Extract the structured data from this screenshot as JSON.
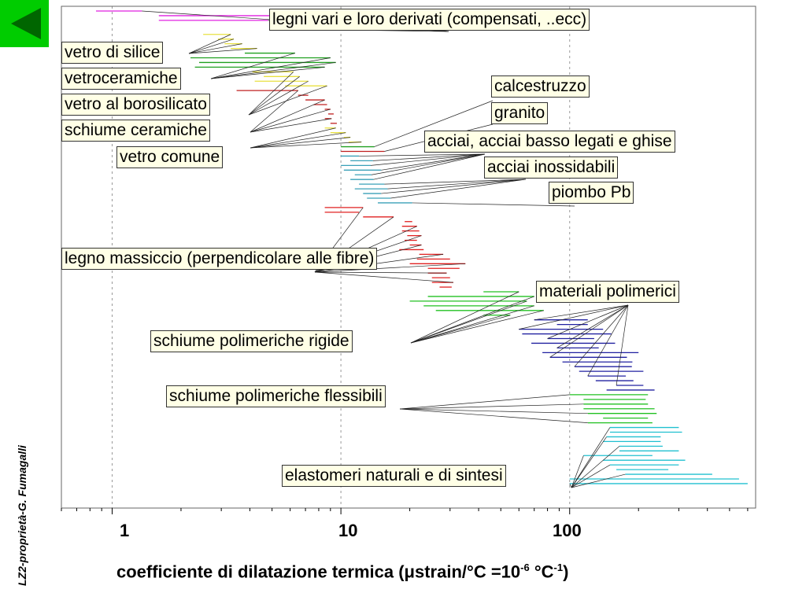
{
  "nav": {
    "back_icon": "triangle-left-icon",
    "color": "#00cc00",
    "arrow_color": "#006600"
  },
  "credit": "LZ2-proprietà-G. Fumagalli",
  "chart_data": {
    "type": "range-bars",
    "x_scale": "log",
    "xlim": [
      0.6,
      650
    ],
    "x_ticks": [
      1,
      10,
      100
    ],
    "x_tick_labels": [
      "1",
      "10",
      "100"
    ],
    "xlabel": "coefficiente di dilatazione termica (μstrain/°C =10",
    "xlabel_exp1": "-6",
    "xlabel_mid": " °C",
    "xlabel_exp2": "-1",
    "xlabel_end": ")",
    "grid": "vertical dotted at 1, 10, 100",
    "series": [
      {
        "key": "wood",
        "label": "legni vari e loro derivati (compensati, ..ecc)",
        "color": "#e020e0",
        "ranges": [
          [
            0.85,
            1.35
          ],
          [
            1.6,
            6.5
          ],
          [
            1.6,
            4.8
          ],
          [
            7.8,
            9.0
          ],
          [
            8.2,
            9.0
          ]
        ]
      },
      {
        "key": "silica",
        "label": "vetro di silice",
        "color": "#e8e040",
        "ranges": [
          [
            2.5,
            3.3
          ],
          [
            2.9,
            3.4
          ],
          [
            3.1,
            3.7
          ],
          [
            3.3,
            4.3
          ]
        ]
      },
      {
        "key": "vitroceramics",
        "label": "vetroceramiche",
        "color": "#20a020",
        "ranges": [
          [
            3.8,
            6.3
          ],
          [
            2.2,
            9.0
          ],
          [
            2.4,
            9.5
          ],
          [
            2.3,
            8.5
          ]
        ]
      },
      {
        "key": "borosilicate",
        "label": "vetro al borosilicato",
        "color": "#e8e040",
        "ranges": [
          [
            4.1,
            6.2
          ],
          [
            4.6,
            6.6
          ],
          [
            4.2,
            7.2
          ],
          [
            5.7,
            8.7
          ]
        ]
      },
      {
        "key": "ceramicfoam",
        "label": "schiume ceramiche",
        "color": "#c02020",
        "ranges": [
          [
            3.5,
            6.5
          ],
          [
            6.5,
            7.2
          ],
          [
            7.0,
            8.5
          ],
          [
            7.6,
            8.7
          ],
          [
            8.5,
            9.0
          ],
          [
            8.8,
            9.3
          ],
          [
            8.5,
            9.1
          ],
          [
            9.0,
            9.6
          ]
        ]
      },
      {
        "key": "commonglass",
        "label": "vetro comune",
        "color": "#e8e040",
        "ranges": [
          [
            8.5,
            9.5
          ],
          [
            9.0,
            10.5
          ],
          [
            10.3,
            11.0
          ],
          [
            10.8,
            12.3
          ]
        ]
      },
      {
        "key": "concrete",
        "label": "calcestruzzo",
        "color": "#20a020",
        "ranges": [
          [
            10.0,
            14.0
          ]
        ]
      },
      {
        "key": "granite",
        "label": "granito",
        "color": "#c02020",
        "ranges": [
          [
            10.0,
            15.5
          ]
        ]
      },
      {
        "key": "steels",
        "label": "acciai, acciai basso legati  e ghise",
        "color": "#3aa0b8",
        "ranges": [
          [
            10.0,
            12.0
          ],
          [
            11.0,
            13.8
          ],
          [
            10.0,
            13.5
          ],
          [
            10.3,
            15.0
          ],
          [
            11.5,
            13.6
          ],
          [
            11.0,
            13.9
          ]
        ]
      },
      {
        "key": "stainless",
        "label": "acciai inossidabili",
        "color": "#3aa0b8",
        "ranges": [
          [
            12.0,
            15.5
          ],
          [
            11.5,
            16.0
          ],
          [
            12.5,
            15.0
          ],
          [
            13.0,
            16.5
          ]
        ]
      },
      {
        "key": "lead",
        "label": "piombo Pb",
        "color": "#3aa0b8",
        "ranges": [
          [
            14.5,
            20.5
          ]
        ]
      },
      {
        "key": "solidwood",
        "label": "legno massiccio (perpendicolare alle fibre)",
        "color": "#e02020",
        "ranges": [
          [
            8.5,
            12.5
          ],
          [
            8.5,
            12.0
          ],
          [
            12.5,
            17.0
          ],
          [
            19.0,
            20.5
          ],
          [
            18.5,
            21.5
          ],
          [
            18.5,
            22.0
          ],
          [
            19.5,
            22.5
          ],
          [
            19.0,
            21.5
          ],
          [
            20.0,
            22.5
          ],
          [
            18.0,
            23.0
          ],
          [
            22.0,
            28.0
          ],
          [
            21.5,
            30.0
          ],
          [
            20.0,
            35.0
          ],
          [
            24.0,
            33.0
          ],
          [
            24.0,
            29.0
          ],
          [
            25.0,
            30.0
          ],
          [
            25.0,
            31.0
          ],
          [
            27.0,
            30.5
          ]
        ]
      },
      {
        "key": "rigidfoam",
        "label": "schiume polimeriche rigide",
        "color": "#20c020",
        "ranges": [
          [
            42.0,
            60.0
          ],
          [
            24.0,
            70.0
          ],
          [
            20.0,
            65.0
          ],
          [
            23.0,
            70.0
          ],
          [
            26.0,
            77.0
          ],
          [
            42.0,
            55.0
          ]
        ]
      },
      {
        "key": "polymers",
        "label": "materiali polimerici",
        "color": "#2020a0",
        "ranges": [
          [
            70.0,
            120.0
          ],
          [
            88.0,
            120.0
          ],
          [
            60.0,
            140.0
          ],
          [
            62.0,
            152.0
          ],
          [
            80.0,
            128.0
          ],
          [
            68.0,
            158.0
          ],
          [
            88.0,
            134.0
          ],
          [
            76.0,
            200.0
          ],
          [
            82.0,
            178.0
          ],
          [
            93.0,
            188.0
          ],
          [
            105.0,
            187.0
          ],
          [
            110.0,
            210.0
          ],
          [
            120.0,
            176.0
          ],
          [
            130.0,
            190.0
          ],
          [
            160.0,
            210.0
          ],
          [
            145.0,
            235.0
          ]
        ]
      },
      {
        "key": "flexfoam",
        "label": "schiume polimeriche flessibili",
        "color": "#20c020",
        "ranges": [
          [
            100.0,
            220.0
          ],
          [
            115.0,
            215.0
          ],
          [
            115.0,
            220.0
          ],
          [
            115.0,
            235.0
          ],
          [
            120.0,
            240.0
          ],
          [
            140.0,
            220.0
          ],
          [
            120.0,
            230.0
          ]
        ]
      },
      {
        "key": "elastomers",
        "label": "elastomeri naturali e di sintesi",
        "color": "#20c0d0",
        "ranges": [
          [
            150.0,
            300.0
          ],
          [
            150.0,
            310.0
          ],
          [
            145.0,
            250.0
          ],
          [
            140.0,
            250.0
          ],
          [
            165.0,
            255.0
          ],
          [
            165.0,
            300.0
          ],
          [
            115.0,
            230.0
          ],
          [
            140.0,
            320.0
          ],
          [
            150.0,
            300.0
          ],
          [
            160.0,
            270.0
          ],
          [
            175.0,
            420.0
          ],
          [
            100.0,
            550.0
          ],
          [
            100.0,
            600.0
          ]
        ]
      }
    ]
  }
}
